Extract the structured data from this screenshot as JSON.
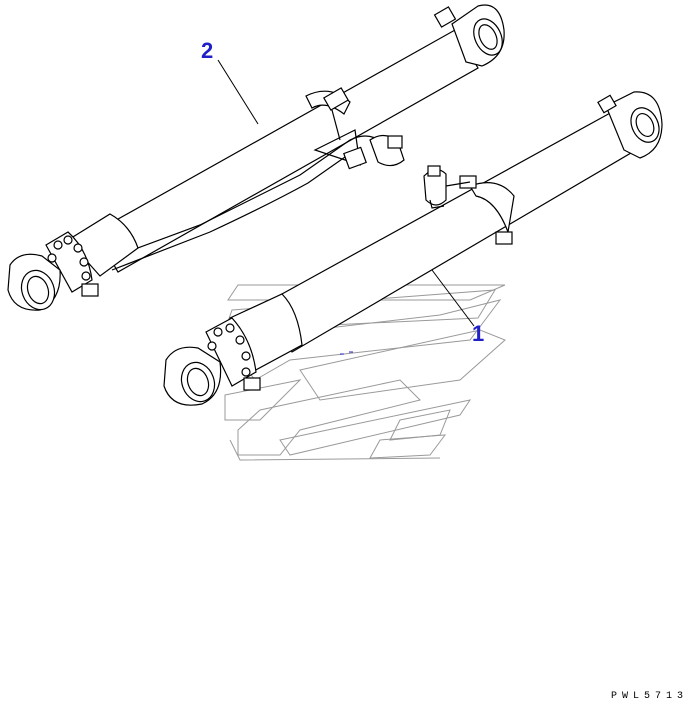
{
  "callouts": [
    {
      "label": "2",
      "part": "upper-cylinder"
    },
    {
      "label": "1",
      "part": "lower-cylinder"
    }
  ],
  "drawing_code": "PWL5713",
  "colors": {
    "line": "#000000",
    "callout": "#2020c8",
    "watermark": "#9a9a9a"
  }
}
